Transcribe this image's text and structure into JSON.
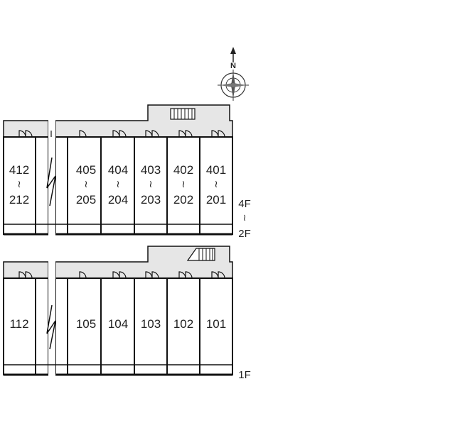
{
  "compass": {
    "north_label": "N"
  },
  "upper_plan": {
    "units": [
      {
        "top": "412",
        "sep": "≀",
        "bottom": "212"
      },
      {
        "top": "405",
        "sep": "≀",
        "bottom": "205"
      },
      {
        "top": "404",
        "sep": "≀",
        "bottom": "204"
      },
      {
        "top": "403",
        "sep": "≀",
        "bottom": "203"
      },
      {
        "top": "402",
        "sep": "≀",
        "bottom": "202"
      },
      {
        "top": "401",
        "sep": "≀",
        "bottom": "201"
      }
    ],
    "floor_range": {
      "top": "4F",
      "sep": "≀",
      "bottom": "2F"
    }
  },
  "lower_plan": {
    "units": [
      {
        "label": "112"
      },
      {
        "label": "105"
      },
      {
        "label": "104"
      },
      {
        "label": "103"
      },
      {
        "label": "102"
      },
      {
        "label": "101"
      }
    ],
    "floor_label": "1F"
  },
  "colors": {
    "corridor": "#e6e6e6",
    "line": "#111111",
    "balcony": "#cfcfcf"
  }
}
